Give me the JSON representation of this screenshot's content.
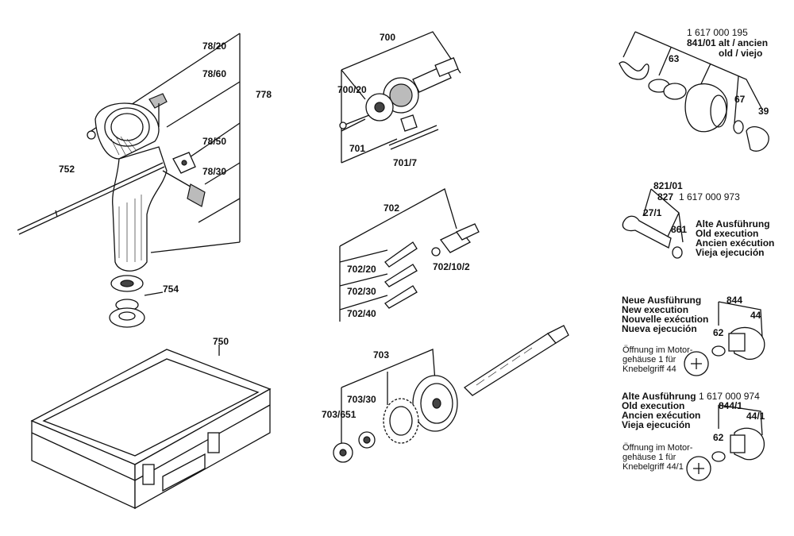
{
  "callouts": {
    "c_78_20": "78/20",
    "c_78_60": "78/60",
    "c_778": "778",
    "c_78_50": "78/50",
    "c_78_30": "78/30",
    "c_752": "752",
    "c_754": "754",
    "c_750": "750",
    "c_700": "700",
    "c_700_20": "700/20",
    "c_701": "701",
    "c_701_7": "701/7",
    "c_702": "702",
    "c_702_20": "702/20",
    "c_702_30": "702/30",
    "c_702_40": "702/40",
    "c_702_10_2": "702/10/2",
    "c_703": "703",
    "c_703_30": "703/30",
    "c_703_651": "703/651",
    "c_63": "63",
    "c_67": "67",
    "c_39": "39",
    "c_821_01": "821/01",
    "c_27_1": "27/1",
    "c_861": "861",
    "c_844": "844",
    "c_44": "44",
    "c_62a": "62",
    "c_844_1": "844/1",
    "c_44_1": "44/1",
    "c_62b": "62"
  },
  "top_right": {
    "part_number": "1 617 000 195",
    "line2": "841/01 alt / ancien",
    "line3": "old / viejo"
  },
  "mid_right": {
    "prefix": "827",
    "part_number": "1 617 000 973",
    "notes": [
      "Alte Ausführung",
      "Old execution",
      "Ancien exécution",
      "Vieja ejecución"
    ]
  },
  "new_execution": {
    "lines": [
      "Neue Ausführung",
      "New execution",
      "Nouvelle exécution",
      "Nueva ejecución"
    ],
    "opening": [
      "Öffnung im Motor-",
      "gehäuse 1 für",
      "Knebelgriff 44"
    ]
  },
  "old_execution": {
    "part_number": "1 617 000 974",
    "lines": [
      "Alte Ausführung",
      "Old execution",
      "Ancien exécution",
      "Vieja ejecución"
    ],
    "opening": [
      "Öffnung im Motor-",
      "gehäuse 1 für",
      "Knebelgriff 44/1"
    ]
  },
  "colors": {
    "ink": "#111111",
    "background": "#ffffff",
    "shade": "#444444"
  }
}
